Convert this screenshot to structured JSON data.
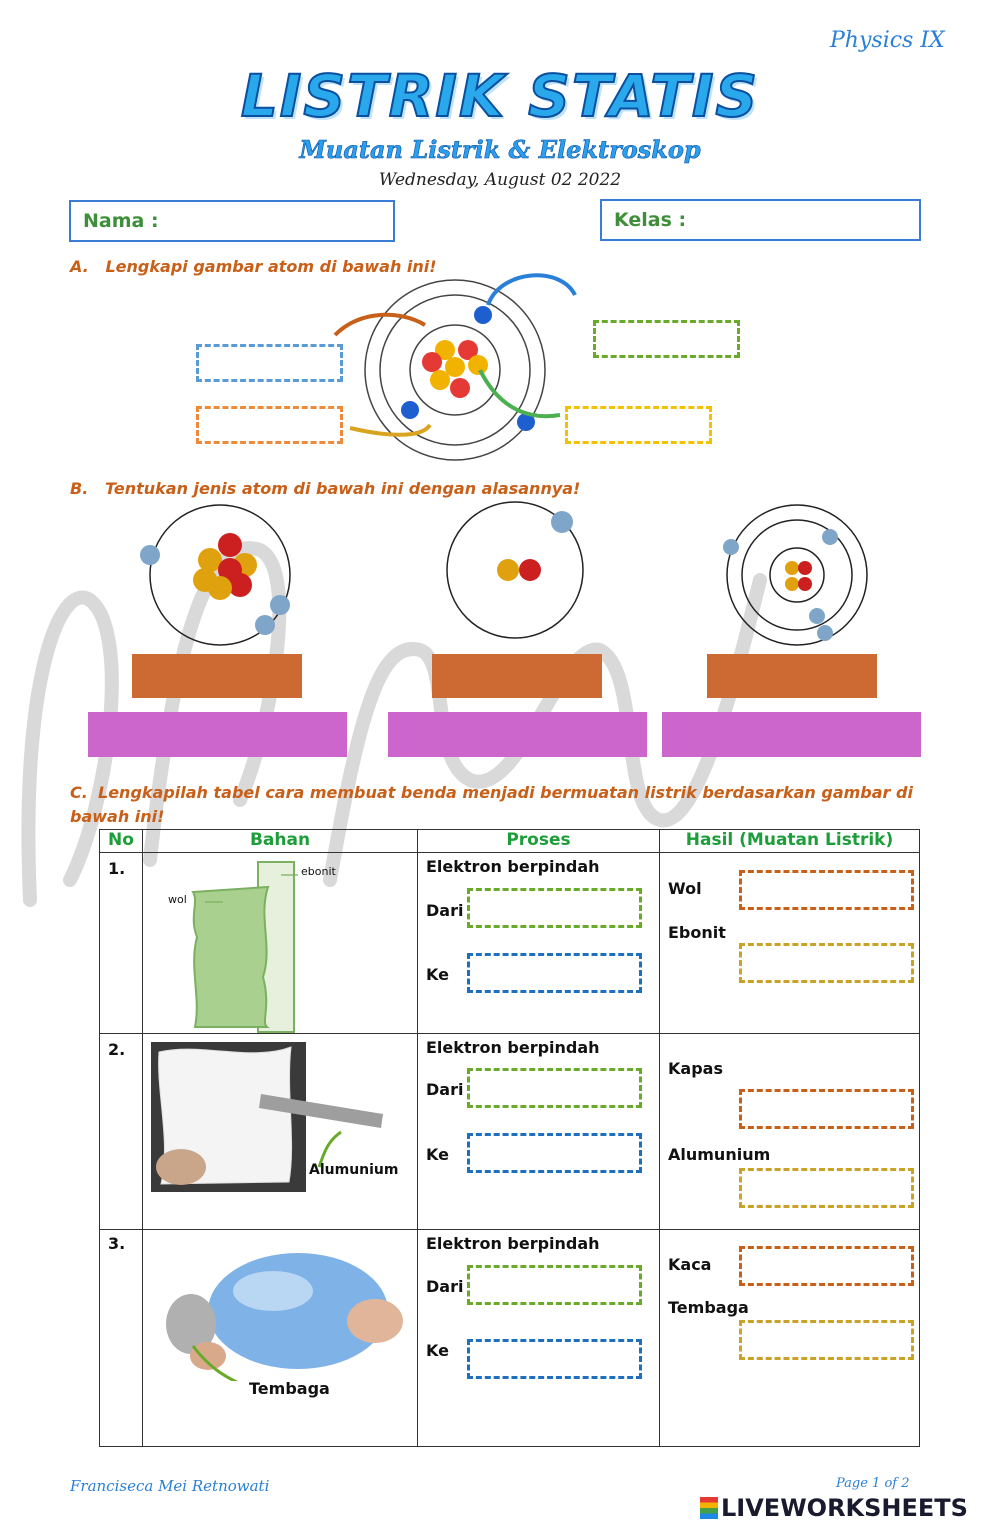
{
  "header": {
    "corner_note": "Physics IX",
    "title": "LISTRIK STATIS",
    "subtitle": "Muatan Listrik & Elektroskop",
    "date": "Wednesday, August 02 2022"
  },
  "identity": {
    "name_label": "Nama :",
    "class_label": "Kelas :"
  },
  "section_a": {
    "letter": "A.",
    "instruction": "Lengkapi gambar atom di bawah ini!"
  },
  "section_b": {
    "letter": "B.",
    "instruction": "Tentukan jenis atom di bawah ini dengan alasannya!"
  },
  "section_c": {
    "letter": "C.",
    "instruction": "Lengkapilah tabel cara membuat benda menjadi bermuatan listrik berdasarkan gambar di bawah ini!",
    "headers": [
      "No",
      "Bahan",
      "Proses",
      "Hasil (Muatan Listrik)"
    ],
    "process_title": "Elektron berpindah",
    "from_label": "Dari",
    "to_label": "Ke",
    "rows": [
      {
        "no": "1.",
        "image_labels": [
          "ebonit",
          "wol"
        ],
        "result_labels": [
          "Wol",
          "Ebonit"
        ]
      },
      {
        "no": "2.",
        "image_labels": [
          "Alumunium"
        ],
        "result_labels": [
          "Kapas",
          "Alumunium"
        ]
      },
      {
        "no": "3.",
        "image_labels": [
          "Tembaga"
        ],
        "result_labels": [
          "Kaca",
          "Tembaga"
        ]
      }
    ]
  },
  "footer": {
    "author": "Franciseca Mei Retnowati",
    "page": "Page 1 of 2",
    "brand": "LIVEWORKSHEETS"
  },
  "colors": {
    "title_blue": "#2aa8ec",
    "section_orange": "#c8601a",
    "header_green": "#1e9e3a",
    "block_orange": "#cd6a34",
    "block_magenta": "#cc66cc"
  }
}
